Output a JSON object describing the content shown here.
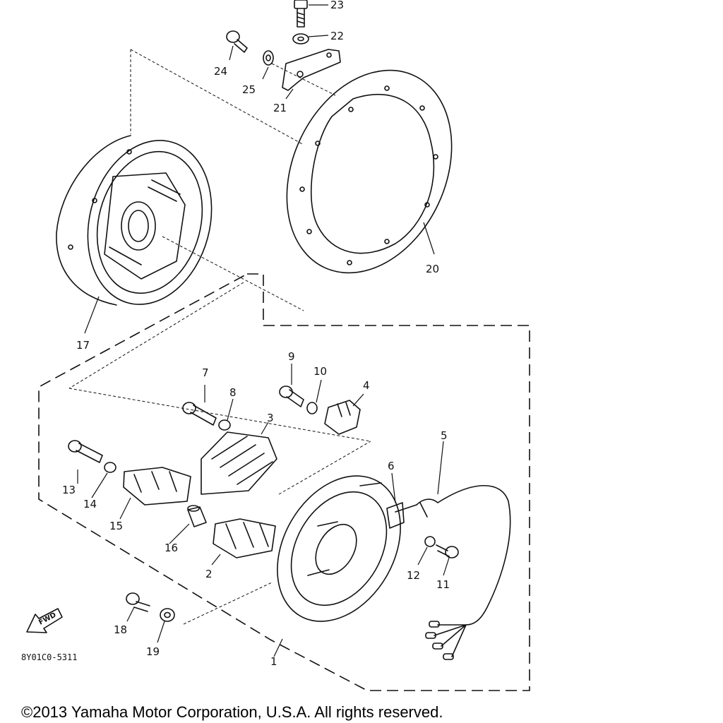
{
  "diagram": {
    "part_numbers": [
      "1",
      "2",
      "3",
      "4",
      "5",
      "6",
      "7",
      "8",
      "9",
      "10",
      "11",
      "12",
      "13",
      "14",
      "15",
      "16",
      "17",
      "18",
      "19",
      "20",
      "21",
      "22",
      "23",
      "24",
      "25"
    ],
    "fwd_label": "FWD",
    "drawing_code": "8Y01C0-5311"
  },
  "footer": {
    "copyright": "©2013 Yamaha Motor Corporation, U.S.A. All rights reserved."
  }
}
